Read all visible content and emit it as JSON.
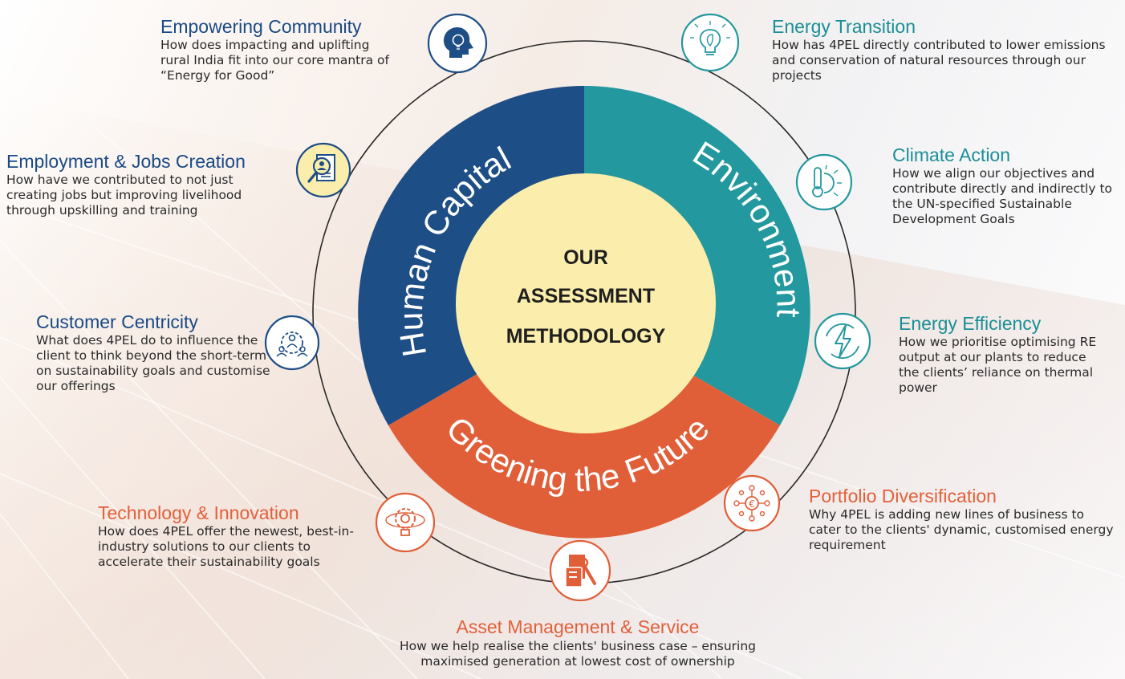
{
  "center": {
    "line1": "OUR",
    "line2": "ASSESSMENT",
    "line3": "METHODOLOGY"
  },
  "segments": {
    "human_capital": "Human Capital",
    "environment": "Environment",
    "greening": "Greening the Future"
  },
  "colors": {
    "human_capital": "#1e4e86",
    "environment": "#23989e",
    "greening": "#e05f39",
    "center": "#fbeeac"
  },
  "items": {
    "empowering_community": {
      "title": "Empowering Community",
      "desc": "How does impacting and uplifting rural India fit into our core mantra of “Energy for Good”",
      "icon": "head-lightbulb-icon"
    },
    "employment_jobs": {
      "title": "Employment & Jobs Creation",
      "desc": "How have we contributed to not just creating jobs but improving livelihood through upskilling and training",
      "icon": "resume-search-icon"
    },
    "customer_centricity": {
      "title": "Customer Centricity",
      "desc": "What does 4PEL do to influence the client to think beyond the short-term on sustainability goals and customise our offerings",
      "icon": "team-gear-icon"
    },
    "technology_innovation": {
      "title": "Technology & Innovation",
      "desc": "How does 4PEL offer the newest, best-in-industry solutions to our clients to accelerate their sustainability goals",
      "icon": "gear-bulb-icon"
    },
    "asset_management": {
      "title": "Asset Management & Service",
      "desc": "How we help realise the clients' business case – ensuring maximised generation at lowest cost of ownership",
      "icon": "server-wrench-icon"
    },
    "portfolio_diversification": {
      "title": "Portfolio Diversification",
      "desc": "Why 4PEL is adding new lines of business to cater to the clients' dynamic, customised energy requirement",
      "icon": "euro-network-icon"
    },
    "energy_efficiency": {
      "title": "Energy Efficiency",
      "desc": "How we prioritise optimising RE output at our plants to reduce the clients’ reliance on thermal power",
      "icon": "lightning-cycle-icon"
    },
    "climate_action": {
      "title": "Climate Action",
      "desc": "How we align our objectives and contribute directly and indirectly to the UN-specified Sustainable Development Goals",
      "icon": "thermometer-sun-icon"
    },
    "energy_transition": {
      "title": "Energy Transition",
      "desc": "How has 4PEL directly contributed to lower emissions and conservation of natural resources through our projects",
      "icon": "leaf-bulb-icon"
    }
  }
}
